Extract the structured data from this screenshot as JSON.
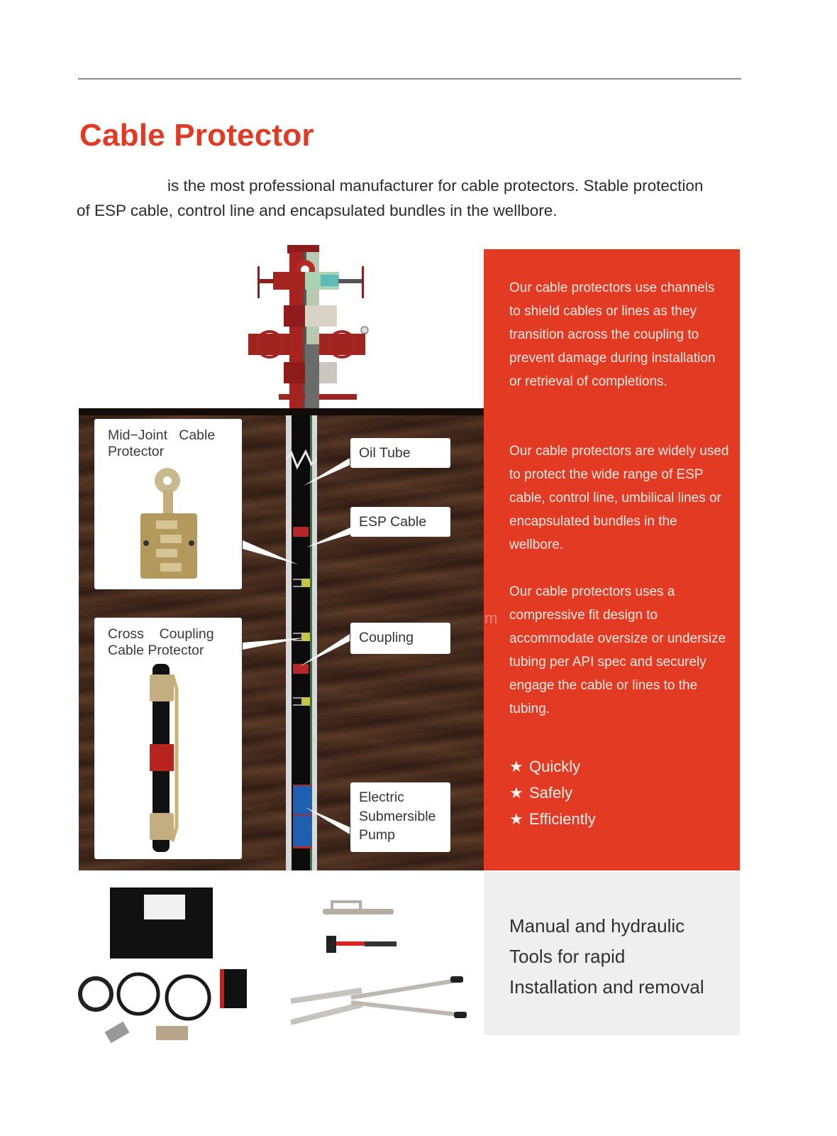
{
  "header": {
    "title": "Cable Protector",
    "intro_line1": "is the most professional manufacturer for cable protectors. Stable protection",
    "intro_line2": "of ESP cable, control line and encapsulated bundles in the wellbore."
  },
  "diagram": {
    "cards": [
      {
        "title": "Mid−Joint   Cable\nProtector",
        "image": "mid-joint-cable-protector"
      },
      {
        "title": "Cross    Coupling\nCable Protector",
        "image": "cross-coupling-cable-protector"
      }
    ],
    "labels": [
      {
        "text": "Oil Tube"
      },
      {
        "text": "ESP Cable"
      },
      {
        "text": "Coupling"
      },
      {
        "text": "Electric\nSubmersible\nPump"
      }
    ],
    "watermark": "m"
  },
  "red_panel": {
    "background": "#e33a23",
    "paragraphs": [
      "Our cable protectors use channels to shield cables or lines as they transition across the coupling to prevent damage during installation or retrieval of completions.",
      "Our cable protectors are widely used to protect the wide range of ESP cable, control line, umbilical lines or encapsulated bundles in the wellbore.",
      "Our cable protectors uses a compressive fit design to accommodate oversize or undersize tubing per API spec and securely engage the cable or lines to the tubing."
    ],
    "features": [
      {
        "icon": "star-icon",
        "glyph": "★",
        "label": "Quickly"
      },
      {
        "icon": "star-icon",
        "glyph": "★",
        "label": "Safely"
      },
      {
        "icon": "star-icon",
        "glyph": "★",
        "label": "Efficiently"
      }
    ]
  },
  "grey_panel": {
    "line1": "Manual and hydraulic",
    "line2": "Tools for rapid",
    "line3": "Installation and removal"
  },
  "colors": {
    "title_red": "#e03a24",
    "panel_red": "#e33a23",
    "panel_grey": "#efefef",
    "earth_brown": "#4a2e20"
  }
}
